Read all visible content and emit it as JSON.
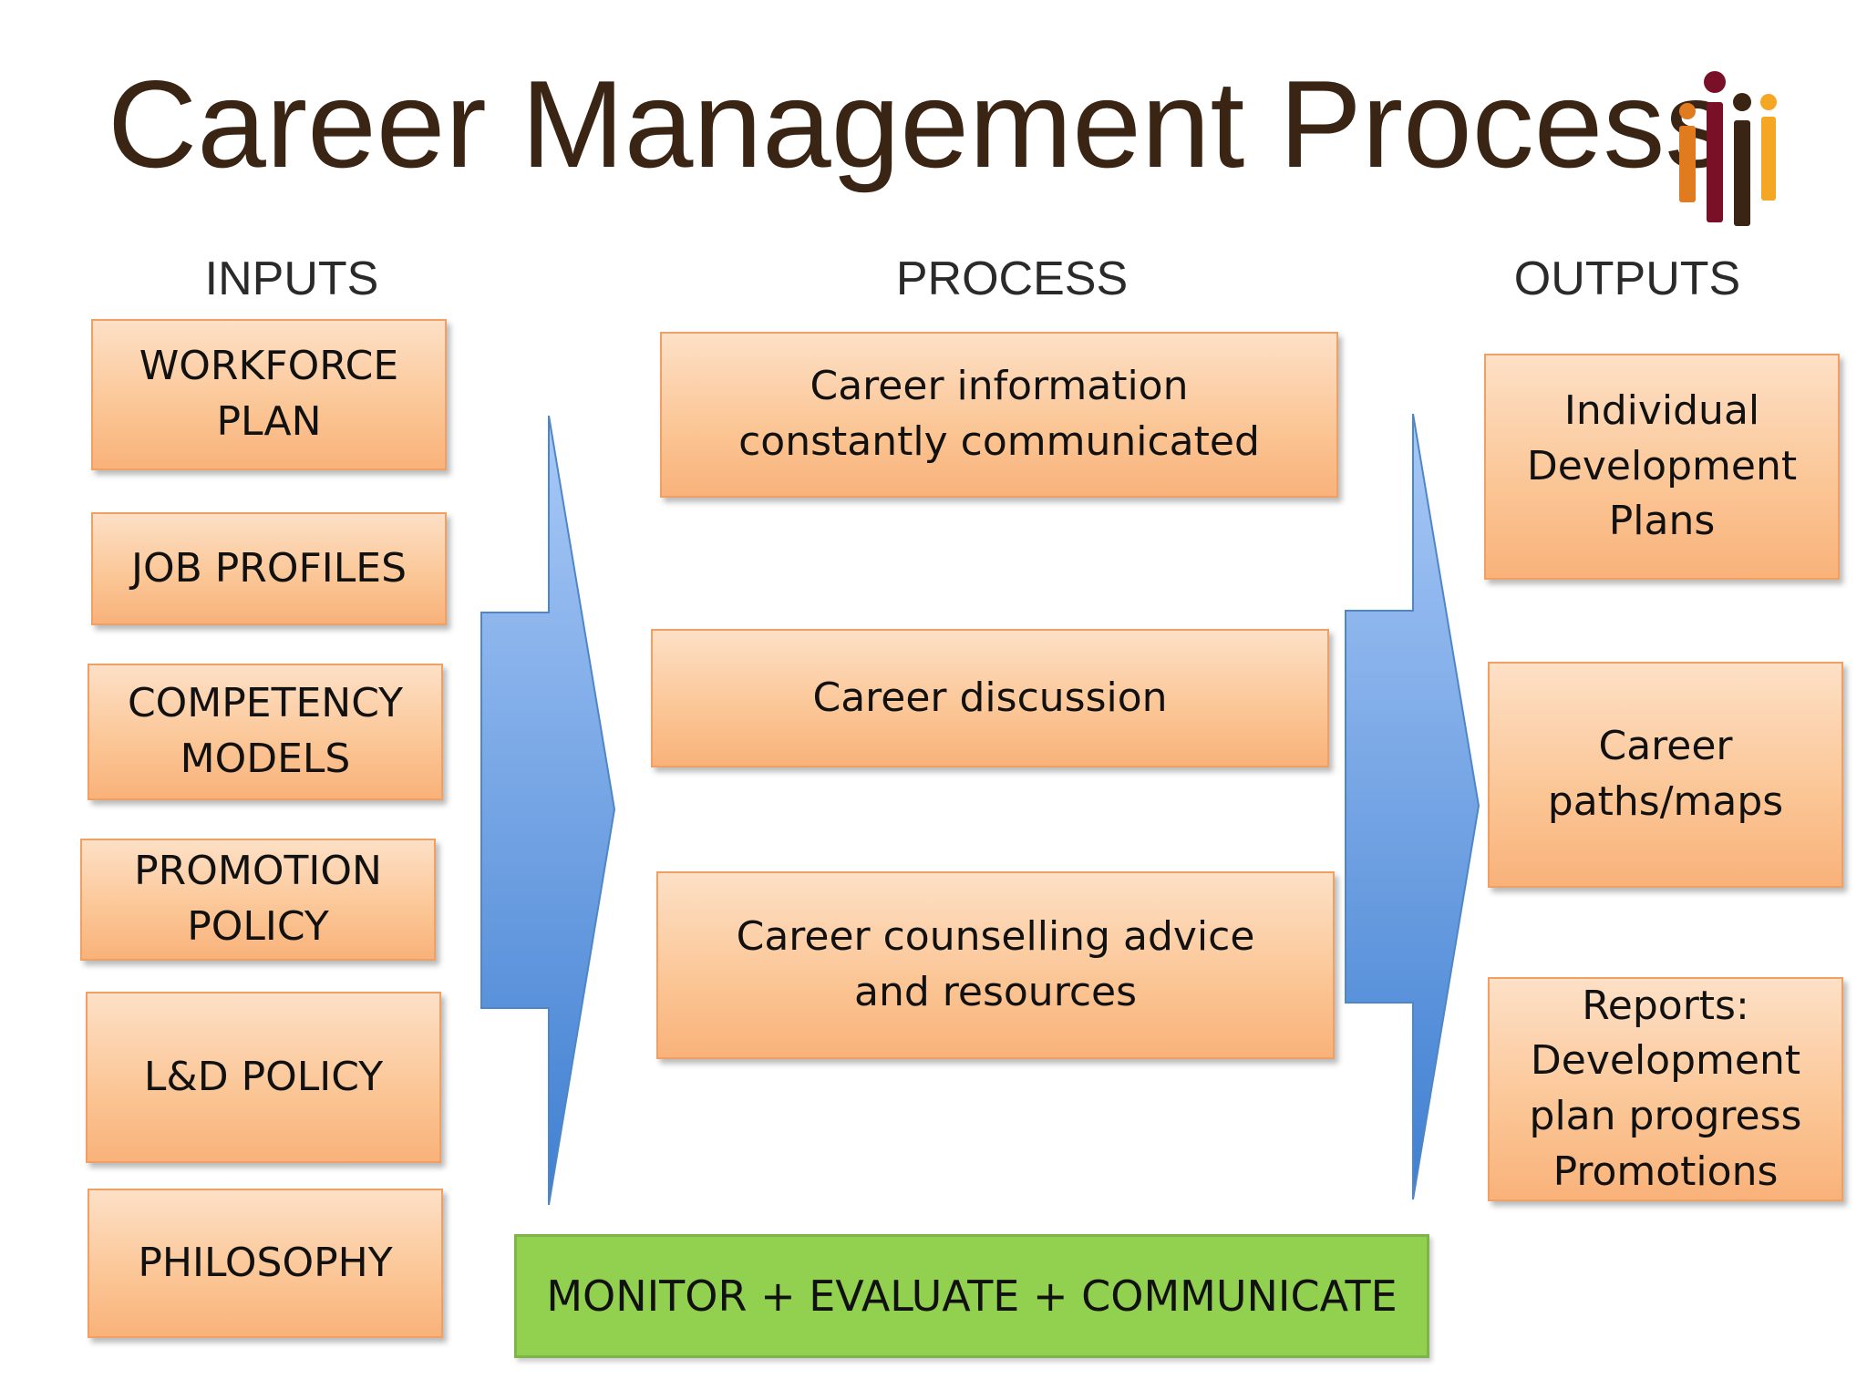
{
  "title": "Career Management Process",
  "columns": {
    "inputs_label": "INPUTS",
    "process_label": "PROCESS",
    "outputs_label": "OUTPUTS"
  },
  "inputs": [
    {
      "label": "WORKFORCE PLAN"
    },
    {
      "label": "JOB PROFILES"
    },
    {
      "label": "COMPETENCY MODELS"
    },
    {
      "label": "PROMOTION POLICY"
    },
    {
      "label": "L&D POLICY"
    },
    {
      "label": "PHILOSOPHY"
    }
  ],
  "process": [
    {
      "label": "Career information constantly communicated"
    },
    {
      "label": "Career discussion"
    },
    {
      "label": "Career counselling advice and resources"
    }
  ],
  "outputs": [
    {
      "label": "Individual Development Plans"
    },
    {
      "label": "Career paths/maps"
    },
    {
      "label": "Reports: Development plan progress Promotions"
    }
  ],
  "footer_bar": {
    "label": "MONITOR + EVALUATE + COMMUNICATE"
  },
  "colors": {
    "box_fill_top": "#fde0c6",
    "box_fill_bottom": "#f9b27a",
    "box_border": "#f0a062",
    "arrow_top": "#a9c9f7",
    "arrow_bottom": "#3f7fd1",
    "footer_fill": "#92d050",
    "title": "#3a2414"
  },
  "logo": {
    "icon": "people-bars-logo-icon",
    "colors": [
      "#e07b20",
      "#7a1028",
      "#3a2414",
      "#f5a623"
    ]
  }
}
